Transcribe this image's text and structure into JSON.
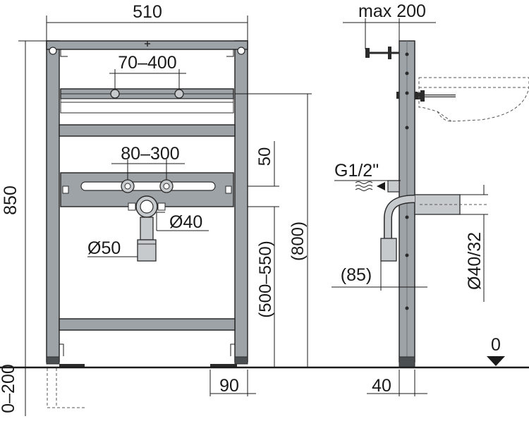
{
  "dimensions": {
    "width_top": "510",
    "clamp_spacing": "70–400",
    "outlet_spacing": "80–300",
    "height_total": "850",
    "offset_50": "50",
    "height_500_550": "(500–550)",
    "height_800": "(800)",
    "drain_40": "Ø40",
    "drain_50": "Ø50",
    "foot_adjust": "0–200",
    "foot_90": "90",
    "side_max": "max 200",
    "thread": "G1/2\"",
    "depth_85": "(85)",
    "pipe_40_32": "Ø40/32",
    "side_foot_40": "40",
    "floor_zero": "0"
  },
  "colors": {
    "frame": "#9ea3a7",
    "line": "#1a1a1a"
  },
  "icons": [
    "water-flow-icon",
    "floor-level-triangle-icon"
  ]
}
